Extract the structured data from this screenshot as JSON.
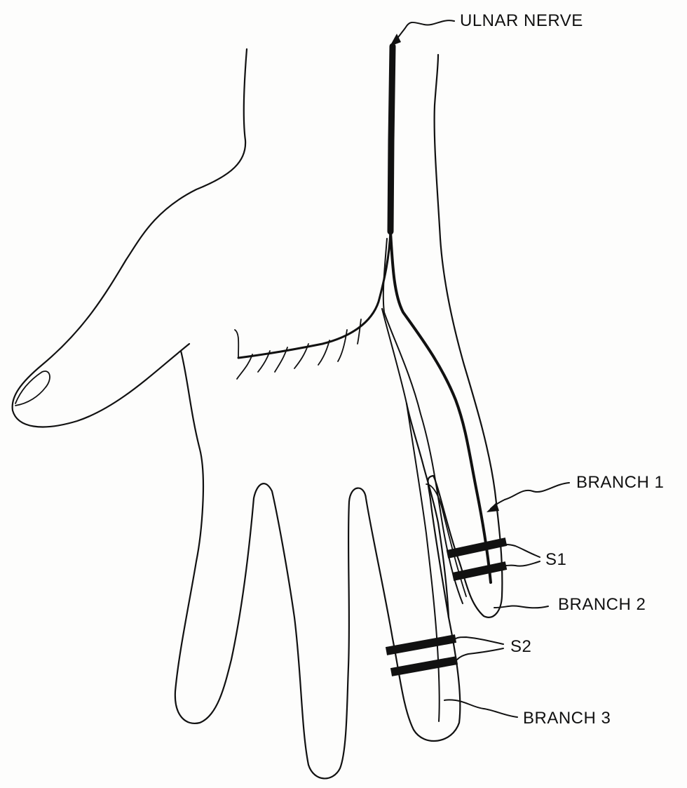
{
  "labels": {
    "ulnar_nerve": "ULNAR NERVE",
    "branch_1": "BRANCH 1",
    "s1": "S1",
    "branch_2": "BRANCH 2",
    "s2": "S2",
    "branch_3": "BRANCH 3"
  },
  "colors": {
    "ink": "#111111",
    "paper": "#fdfdfc"
  }
}
